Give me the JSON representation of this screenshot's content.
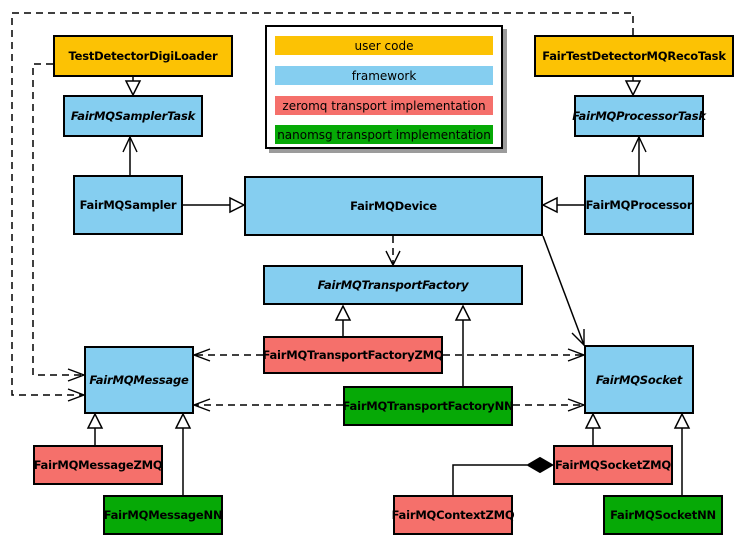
{
  "colors": {
    "user_code": "#FCC204",
    "framework": "#85CEF0",
    "zeromq": "#F5706B",
    "nanomsg": "#06A906",
    "border": "#000000",
    "background": "#FFFFFF"
  },
  "legend": {
    "items": [
      {
        "label": "user code",
        "color": "#FCC204"
      },
      {
        "label": "framework",
        "color": "#85CEF0"
      },
      {
        "label": "zeromq transport implementation",
        "color": "#F5706B"
      },
      {
        "label": "nanomsg transport implementation",
        "color": "#06A906"
      }
    ]
  },
  "nodes": {
    "test_detector_digi_loader": {
      "label": "TestDetectorDigiLoader",
      "category": "user_code",
      "abstract": false
    },
    "fair_test_detector_mq_reco_task": {
      "label": "FairTestDetectorMQRecoTask",
      "category": "user_code",
      "abstract": false
    },
    "fair_mq_sampler_task": {
      "label": "FairMQSamplerTask",
      "category": "framework",
      "abstract": true
    },
    "fair_mq_processor_task": {
      "label": "FairMQProcessorTask",
      "category": "framework",
      "abstract": true
    },
    "fair_mq_sampler": {
      "label": "FairMQSampler",
      "category": "framework",
      "abstract": false
    },
    "fair_mq_device": {
      "label": "FairMQDevice",
      "category": "framework",
      "abstract": false
    },
    "fair_mq_processor": {
      "label": "FairMQProcessor",
      "category": "framework",
      "abstract": false
    },
    "fair_mq_transport_factory": {
      "label": "FairMQTransportFactory",
      "category": "framework",
      "abstract": true
    },
    "fair_mq_transport_factory_zmq": {
      "label": "FairMQTransportFactoryZMQ",
      "category": "zeromq",
      "abstract": false
    },
    "fair_mq_transport_factory_nn": {
      "label": "FairMQTransportFactoryNN",
      "category": "nanomsg",
      "abstract": false
    },
    "fair_mq_message": {
      "label": "FairMQMessage",
      "category": "framework",
      "abstract": true
    },
    "fair_mq_socket": {
      "label": "FairMQSocket",
      "category": "framework",
      "abstract": true
    },
    "fair_mq_message_zmq": {
      "label": "FairMQMessageZMQ",
      "category": "zeromq",
      "abstract": false
    },
    "fair_mq_message_nn": {
      "label": "FairMQMessageNN",
      "category": "nanomsg",
      "abstract": false
    },
    "fair_mq_context_zmq": {
      "label": "FairMQContextZMQ",
      "category": "zeromq",
      "abstract": false
    },
    "fair_mq_socket_zmq": {
      "label": "FairMQSocketZMQ",
      "category": "zeromq",
      "abstract": false
    },
    "fair_mq_socket_nn": {
      "label": "FairMQSocketNN",
      "category": "nanomsg",
      "abstract": false
    }
  },
  "edges": [
    {
      "from": "TestDetectorDigiLoader",
      "to": "FairMQSamplerTask",
      "type": "inheritance"
    },
    {
      "from": "FairTestDetectorMQRecoTask",
      "to": "FairMQProcessorTask",
      "type": "inheritance"
    },
    {
      "from": "FairMQSampler",
      "to": "FairMQDevice",
      "type": "inheritance"
    },
    {
      "from": "FairMQProcessor",
      "to": "FairMQDevice",
      "type": "inheritance"
    },
    {
      "from": "FairMQTransportFactoryZMQ",
      "to": "FairMQTransportFactory",
      "type": "inheritance"
    },
    {
      "from": "FairMQTransportFactoryNN",
      "to": "FairMQTransportFactory",
      "type": "inheritance"
    },
    {
      "from": "FairMQMessageZMQ",
      "to": "FairMQMessage",
      "type": "inheritance"
    },
    {
      "from": "FairMQMessageNN",
      "to": "FairMQMessage",
      "type": "inheritance"
    },
    {
      "from": "FairMQSocketZMQ",
      "to": "FairMQSocket",
      "type": "inheritance"
    },
    {
      "from": "FairMQSocketNN",
      "to": "FairMQSocket",
      "type": "inheritance"
    },
    {
      "from": "FairMQSampler",
      "to": "FairMQSamplerTask",
      "type": "association"
    },
    {
      "from": "FairMQProcessor",
      "to": "FairMQProcessorTask",
      "type": "association"
    },
    {
      "from": "FairMQDevice",
      "to": "FairMQSocket",
      "type": "association"
    },
    {
      "from": "FairMQDevice",
      "to": "FairMQTransportFactory",
      "type": "dependency"
    },
    {
      "from": "TestDetectorDigiLoader",
      "to": "FairMQMessage",
      "type": "dependency"
    },
    {
      "from": "FairTestDetectorMQRecoTask",
      "to": "FairMQMessage",
      "type": "dependency"
    },
    {
      "from": "FairMQTransportFactoryZMQ",
      "to": "FairMQMessage",
      "type": "dependency"
    },
    {
      "from": "FairMQTransportFactoryZMQ",
      "to": "FairMQSocket",
      "type": "dependency"
    },
    {
      "from": "FairMQTransportFactoryNN",
      "to": "FairMQMessage",
      "type": "dependency"
    },
    {
      "from": "FairMQTransportFactoryNN",
      "to": "FairMQSocket",
      "type": "dependency"
    },
    {
      "from": "FairMQContextZMQ",
      "to": "FairMQSocketZMQ",
      "type": "composition"
    }
  ]
}
